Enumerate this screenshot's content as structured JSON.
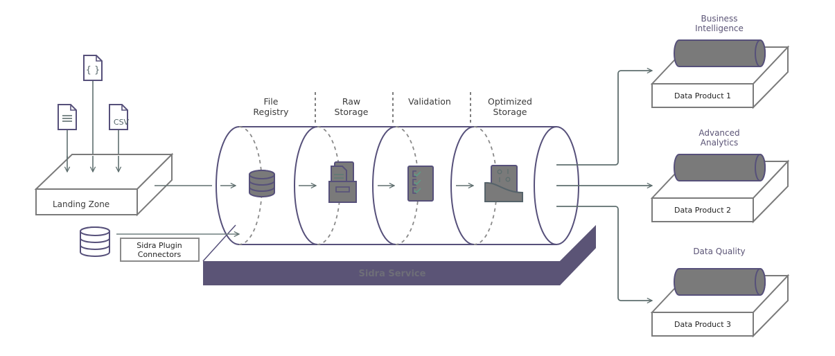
{
  "colors": {
    "pipe_outline": "#56507a",
    "platform_fill": "#5b5476",
    "arrow": "#5e6e6e",
    "box_outline": "#7a7a7a",
    "icon_fill": "#7a7a7a",
    "dashed": "#8a8a8a"
  },
  "inputs": {
    "files": [
      {
        "type": "json",
        "glyph": "{ }",
        "icon": "json-file-icon"
      },
      {
        "type": "text",
        "icon": "text-file-icon"
      },
      {
        "type": "csv",
        "glyph": "CSV",
        "icon": "csv-file-icon"
      }
    ],
    "landing_zone": "Landing Zone",
    "plugin_connectors_line1": "Sidra Plugin",
    "plugin_connectors_line2": "Connectors"
  },
  "stages": [
    {
      "line1": "File",
      "line2": "Registry",
      "icon": "database-icon"
    },
    {
      "line1": "Raw",
      "line2": "Storage",
      "icon": "file-cabinet-icon"
    },
    {
      "line1": "Validation",
      "line2": "",
      "icon": "checklist-icon"
    },
    {
      "line1": "Optimized",
      "line2": "Storage",
      "icon": "optimized-storage-icon"
    }
  ],
  "platform": {
    "label": "Sidra Service"
  },
  "outputs": [
    {
      "line1": "Business",
      "line2": "Intelligence",
      "product": "Data Product 1"
    },
    {
      "line1": "Advanced",
      "line2": "Analytics",
      "product": "Data Product 2"
    },
    {
      "line1": "Data Quality",
      "line2": "",
      "product": "Data Product 3"
    }
  ]
}
